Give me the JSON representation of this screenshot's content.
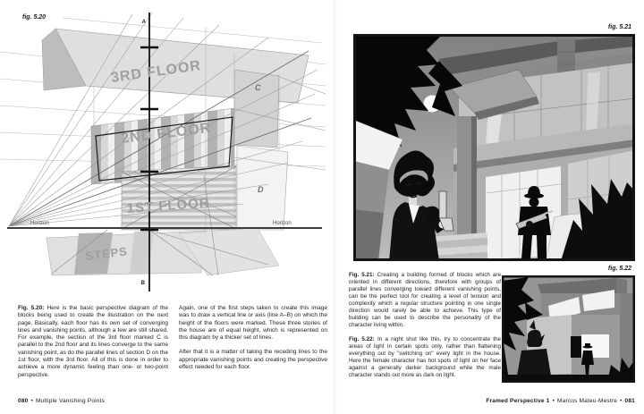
{
  "separator": "•",
  "page_left": {
    "fig_label": "fig. 5.20",
    "diagram_labels": {
      "a": "A",
      "b": "B",
      "c": "C",
      "d": "D",
      "horizon_left": "Horizon",
      "horizon_right": "Horizon",
      "floor3": "3RD FLOOR",
      "floor2": "2ND FLOOR",
      "floor1": "1ST FLOOR",
      "steps": "STEPS"
    },
    "caption1": {
      "label": "Fig. 5.20:",
      "text": "Here is the basic perspective diagram of the blocks being used to create the illustration on the next page. Basically, each floor has its own set of converging lines and vanishing points, although a few are still shared. For example, the section of the 3rd floor marked C is parallel to the 2nd floor and its lines converge to the same vanishing point, as do the parallel lines of section D on the 1st floor, with the 3rd floor. All of this is done in order to achieve a more dynamic feeling than one- or two-point perspective."
    },
    "caption2_para1": "Again, one of the first steps taken to create this image was to draw a vertical line or axis (line A–B) on which the height of the floors were marked. These three stories of the house are of equal height, which is represented on this diagram by a thicker set of lines.",
    "caption2_para2": "After that it is a matter of taking the receding lines to the appropriate vanishing points and creating the perspective effect needed for each floor.",
    "footer": {
      "page": "080",
      "title": "Multiple Vanishing Points"
    }
  },
  "page_right": {
    "fig_label_top": "fig. 5.21",
    "fig_label_bottom": "fig. 5.22",
    "caption1": {
      "label": "Fig. 5.21:",
      "text": "Creating a building formed of blocks which are oriented in different directions, therefore with groups of parallel lines converging toward different vanishing points, can be the perfect tool for creating a level of tension and complexity which a regular structure pointing in one single direction would rarely be able to achieve. This type of building can be used to describe the personality of the character living within."
    },
    "caption2": {
      "label": "Fig. 5.22:",
      "text": "In a night shot like this, try to concentrate the areas of light in certain spots only, rather than flattening everything out by \"switching on\" every light in the house. Here the female character has hot spots of light on her face against a generally darker background while the male character stands out more as dark on light."
    },
    "footer": {
      "book": "Framed Perspective 1",
      "author": "Marcos Mateu-Mestre",
      "page": "081"
    }
  },
  "colors": {
    "paper": "#ffffff",
    "text": "#1e1e1e",
    "diagram_light_gray": "#dcdcdc",
    "diagram_mid_gray": "#b2b2b2",
    "diagram_line": "#9a9a9a",
    "horizon_line": "#3c3c3c",
    "axis_line": "#141414",
    "illustration_border": "#141414",
    "night_sky": "#858585",
    "moon": "#fafafa",
    "silhouette_black": "#0a0a0a"
  }
}
